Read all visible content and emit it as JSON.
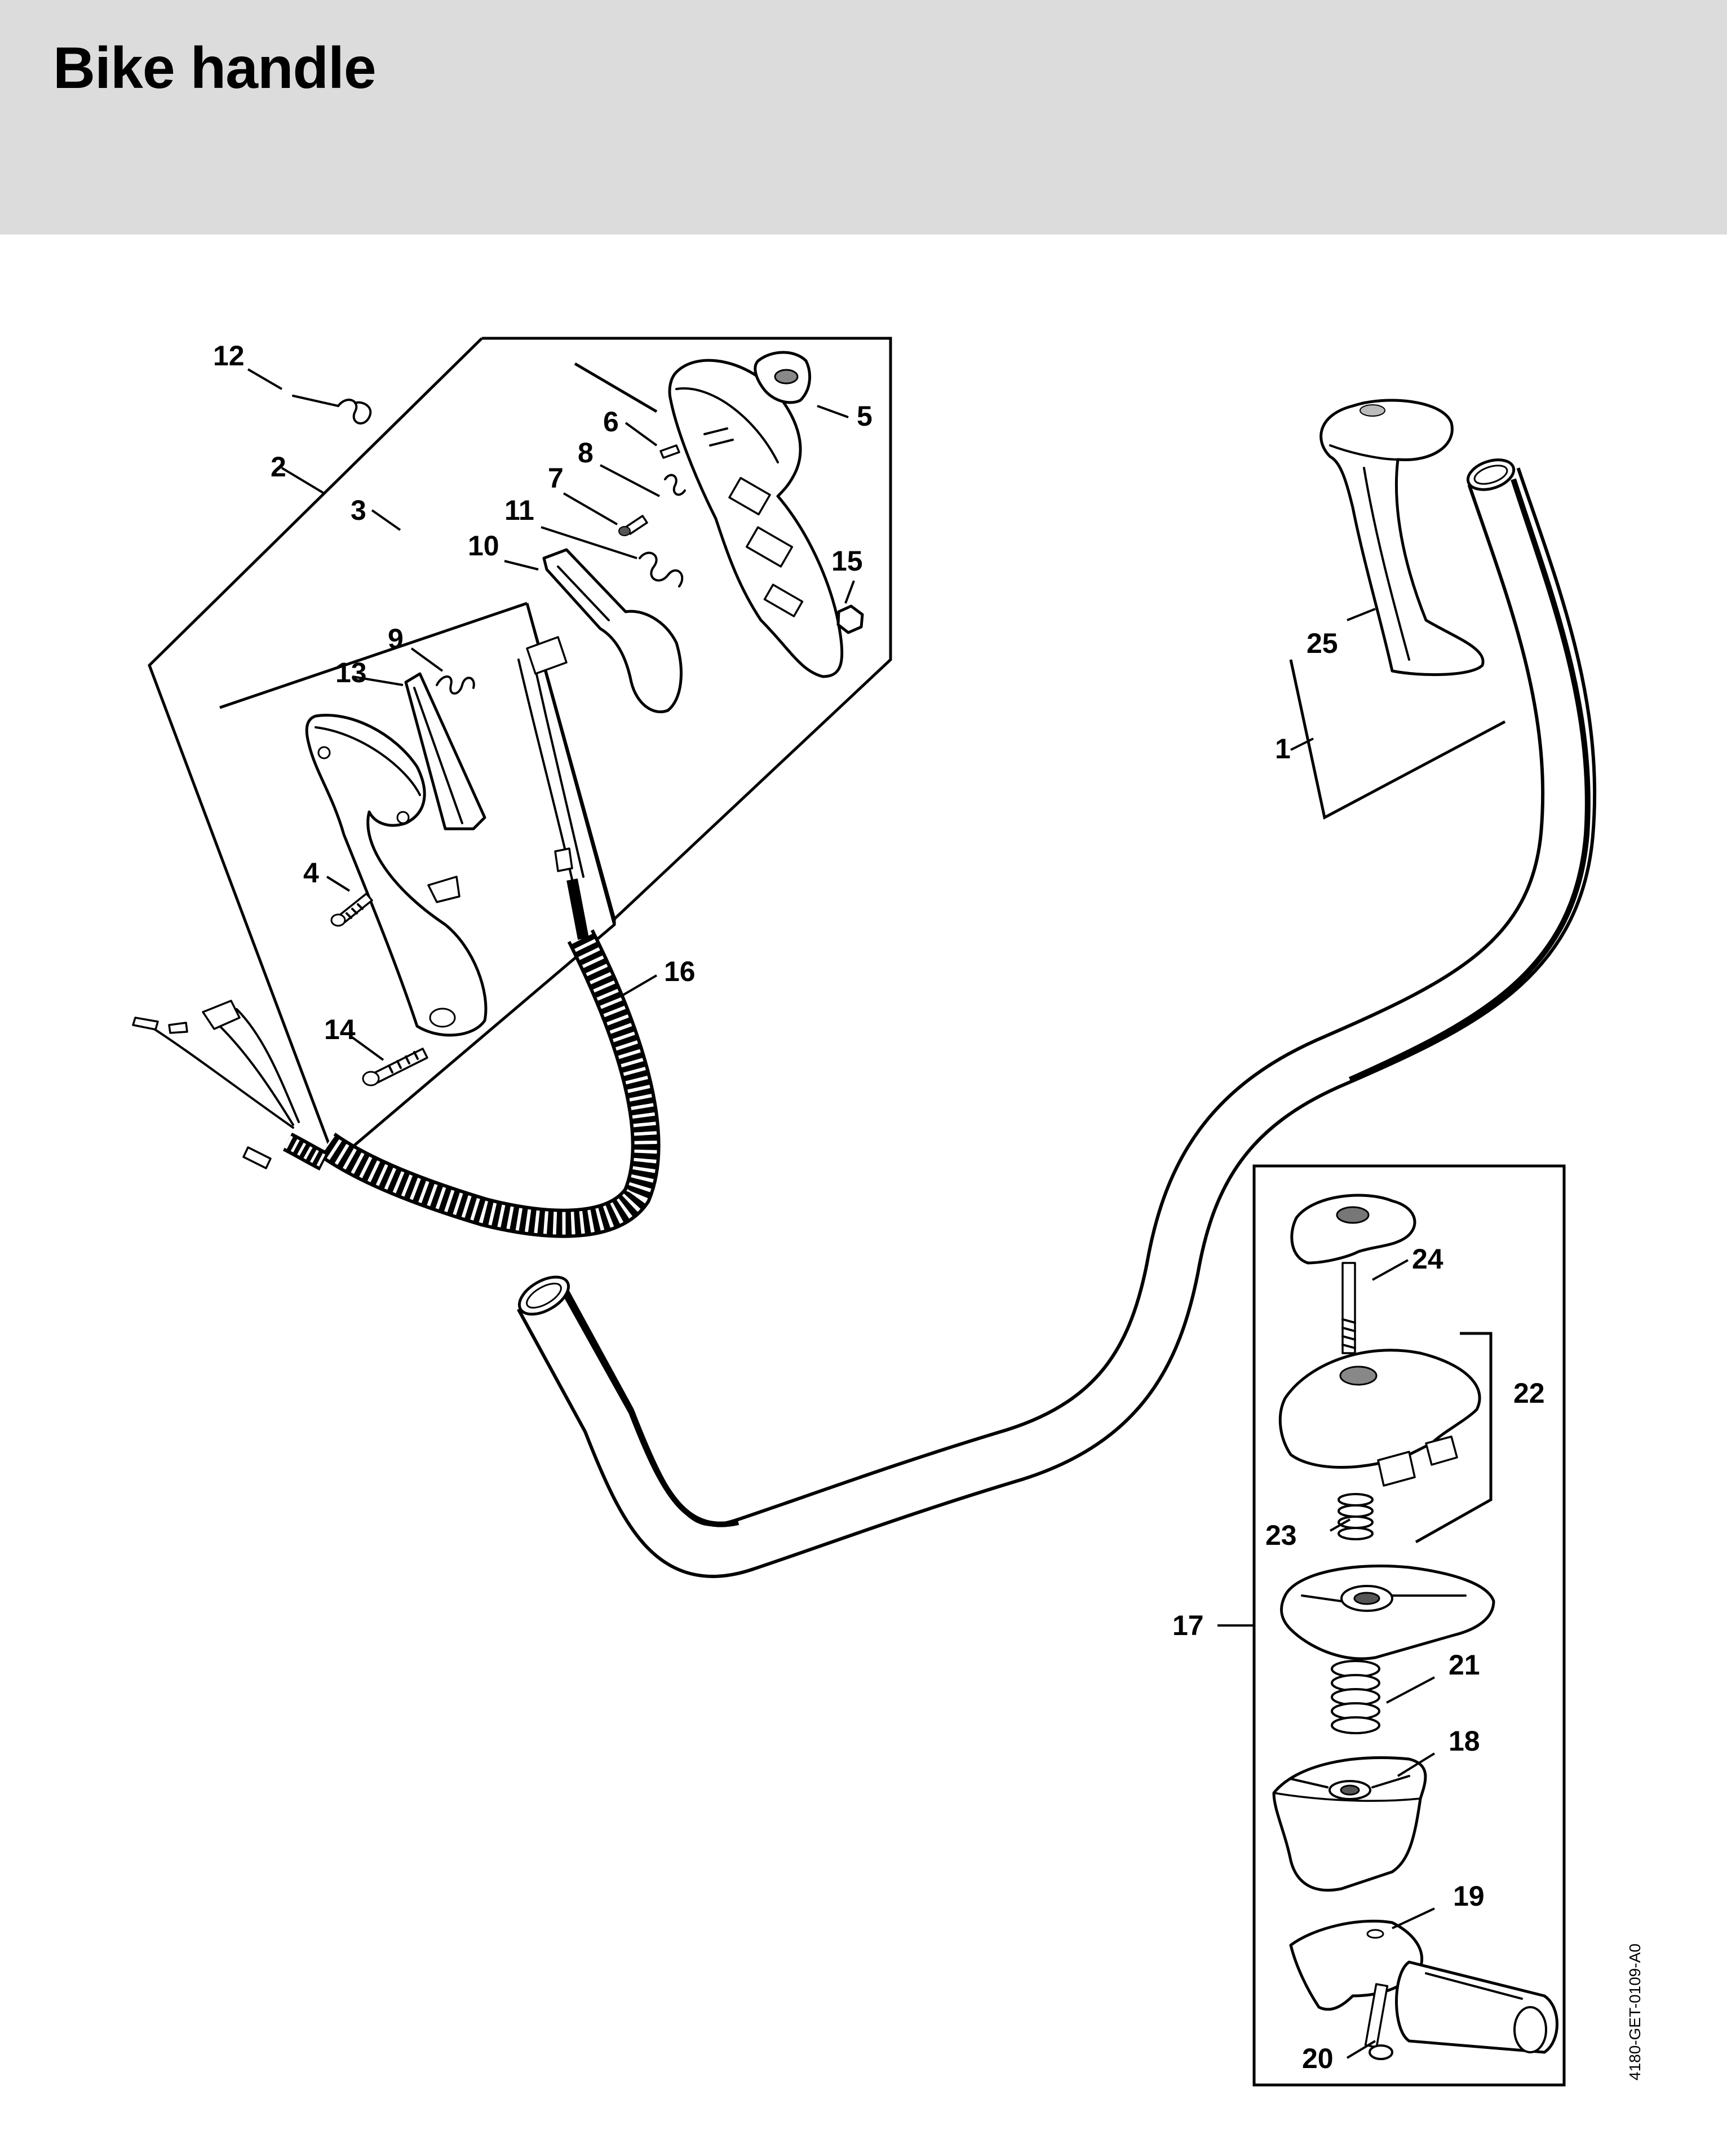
{
  "page": {
    "title": "Bike handle",
    "document_code": "4180-GET-0109-A0"
  },
  "callouts": {
    "c1": "1",
    "c2": "2",
    "c3": "3",
    "c4": "4",
    "c5": "5",
    "c6": "6",
    "c7": "7",
    "c8": "8",
    "c9": "9",
    "c10": "10",
    "c11": "11",
    "c12": "12",
    "c13": "13",
    "c14": "14",
    "c15": "15",
    "c16": "16",
    "c17": "17",
    "c18": "18",
    "c19": "19",
    "c20": "20",
    "c21": "21",
    "c22": "22",
    "c23": "23",
    "c24": "24",
    "c25": "25"
  }
}
